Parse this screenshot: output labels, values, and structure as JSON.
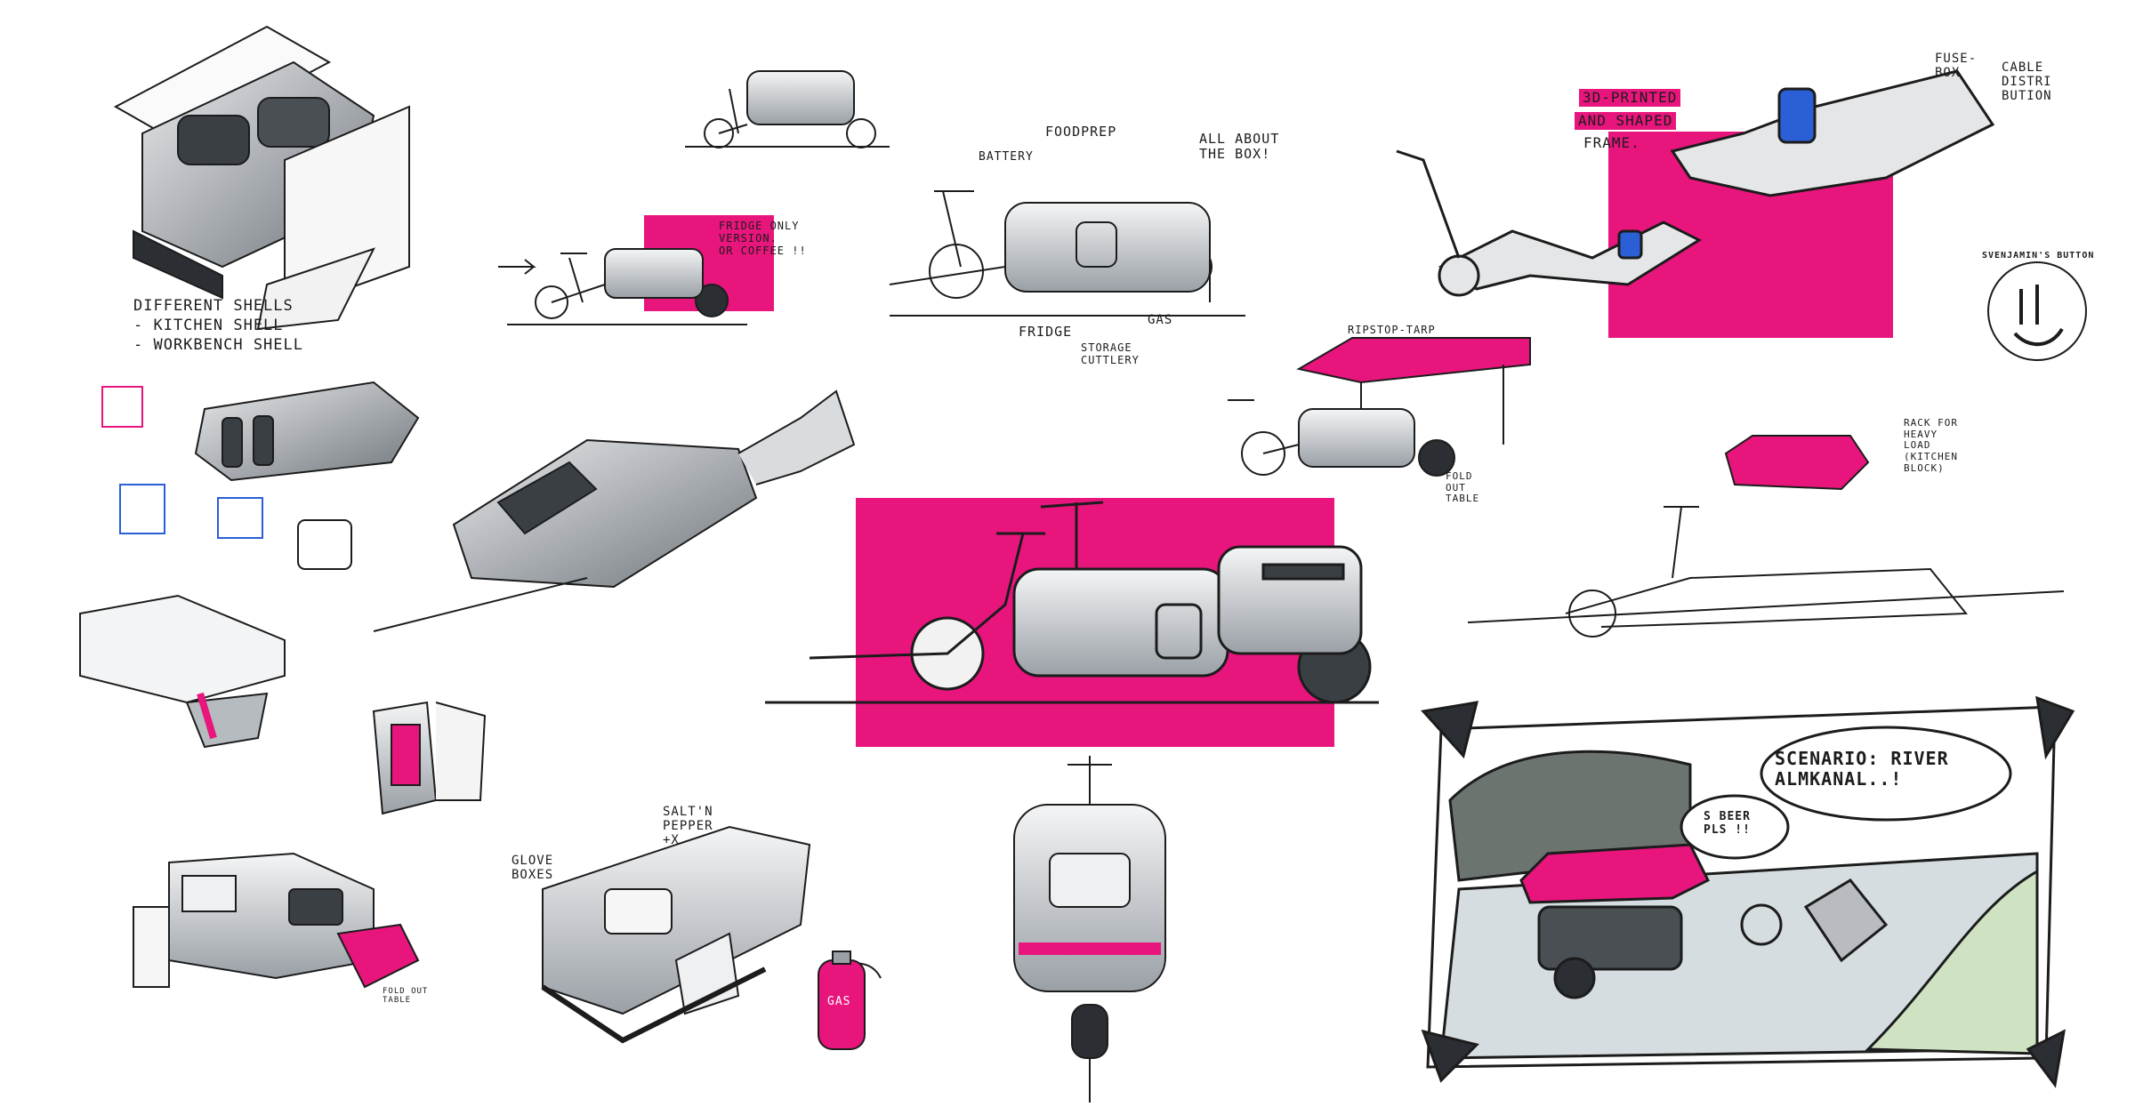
{
  "colors": {
    "accent": "#e8157d",
    "ink": "#1c1c1c",
    "grey": "#9aa0a6",
    "light_grey": "#dfe2e5",
    "blue": "#2a5fd6",
    "scene_green": "#cfe3c3"
  },
  "notes": {
    "shells_line1": "DIFFERENT SHELLS",
    "shells_line2": "- KITCHEN SHELL",
    "shells_line3": "- WORKBENCH SHELL",
    "foodprep": "FOODPREP",
    "battery": "BATTERY",
    "all_about": "ALL ABOUT\nTHE BOX!",
    "fridge": "FRIDGE",
    "storage": "STORAGE\nCUTTLERY",
    "gas": "GAS",
    "fridge_only": "FRIDGE ONLY\nVERSION.\nOR COFFEE !!",
    "printed1": "3D-PRINTED",
    "printed2": "AND SHAPED",
    "printed3": "FRAME.",
    "fuse": "FUSE-\nBOX",
    "cable": "CABLE\nDISTRI\nBUTION",
    "ripstop": "RIPSTOP-TARP",
    "fold_table": "FOLD\nOUT\nTABLE",
    "rack": "RACK FOR\nHEAVY\nLOAD\n(KITCHEN\nBLOCK)",
    "salt": "SALT'N\nPEPPER\n+X",
    "glove": "GLOVE\nBOXES",
    "gas_bottle": "GAS",
    "fold_table_small": "FOLD OUT\nTABLE",
    "scenario": "SCENARIO: RIVER\nALMKANAL..!",
    "bubble": "S BEER\nPLS !!",
    "stamp": "SVENJAMIN'S BUTTON"
  },
  "icons": [
    "logo-stamp-icon",
    "gas-bottle-icon"
  ]
}
